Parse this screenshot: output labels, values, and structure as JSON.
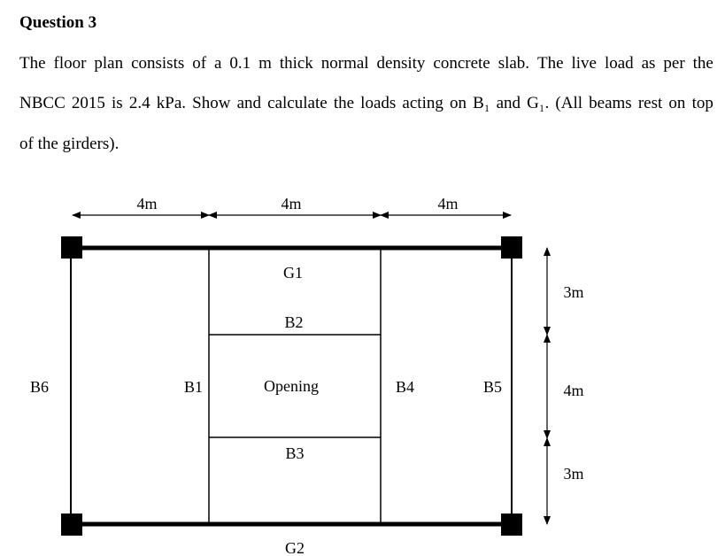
{
  "question": {
    "heading": "Question 3",
    "line1_words": [
      "The",
      "floor",
      "plan",
      "consists",
      "of",
      "a",
      "0.1",
      "m",
      "thick",
      "normal",
      "density",
      "concrete",
      "slab.",
      "The",
      "live",
      "load",
      "as",
      "per",
      "the"
    ],
    "line2_words": [
      "NBCC",
      "2015",
      "is",
      "2.4",
      "kPa.",
      "Show",
      "and",
      "calculate",
      "the",
      "loads",
      "acting",
      "on",
      "B₁",
      "and",
      "G₁.",
      "(All",
      "beams",
      "rest",
      "on",
      "top"
    ],
    "line3": "of the girders)."
  },
  "plan": {
    "top_dimensions": [
      "4m",
      "4m",
      "4m"
    ],
    "side_dimensions": [
      "3m",
      "4m",
      "3m"
    ],
    "labels": {
      "g1": "G1",
      "g2": "G2",
      "b1": "B1",
      "b2": "B2",
      "b3": "B3",
      "b4": "B4",
      "b5": "B5",
      "b6": "B6",
      "opening": "Opening"
    }
  }
}
